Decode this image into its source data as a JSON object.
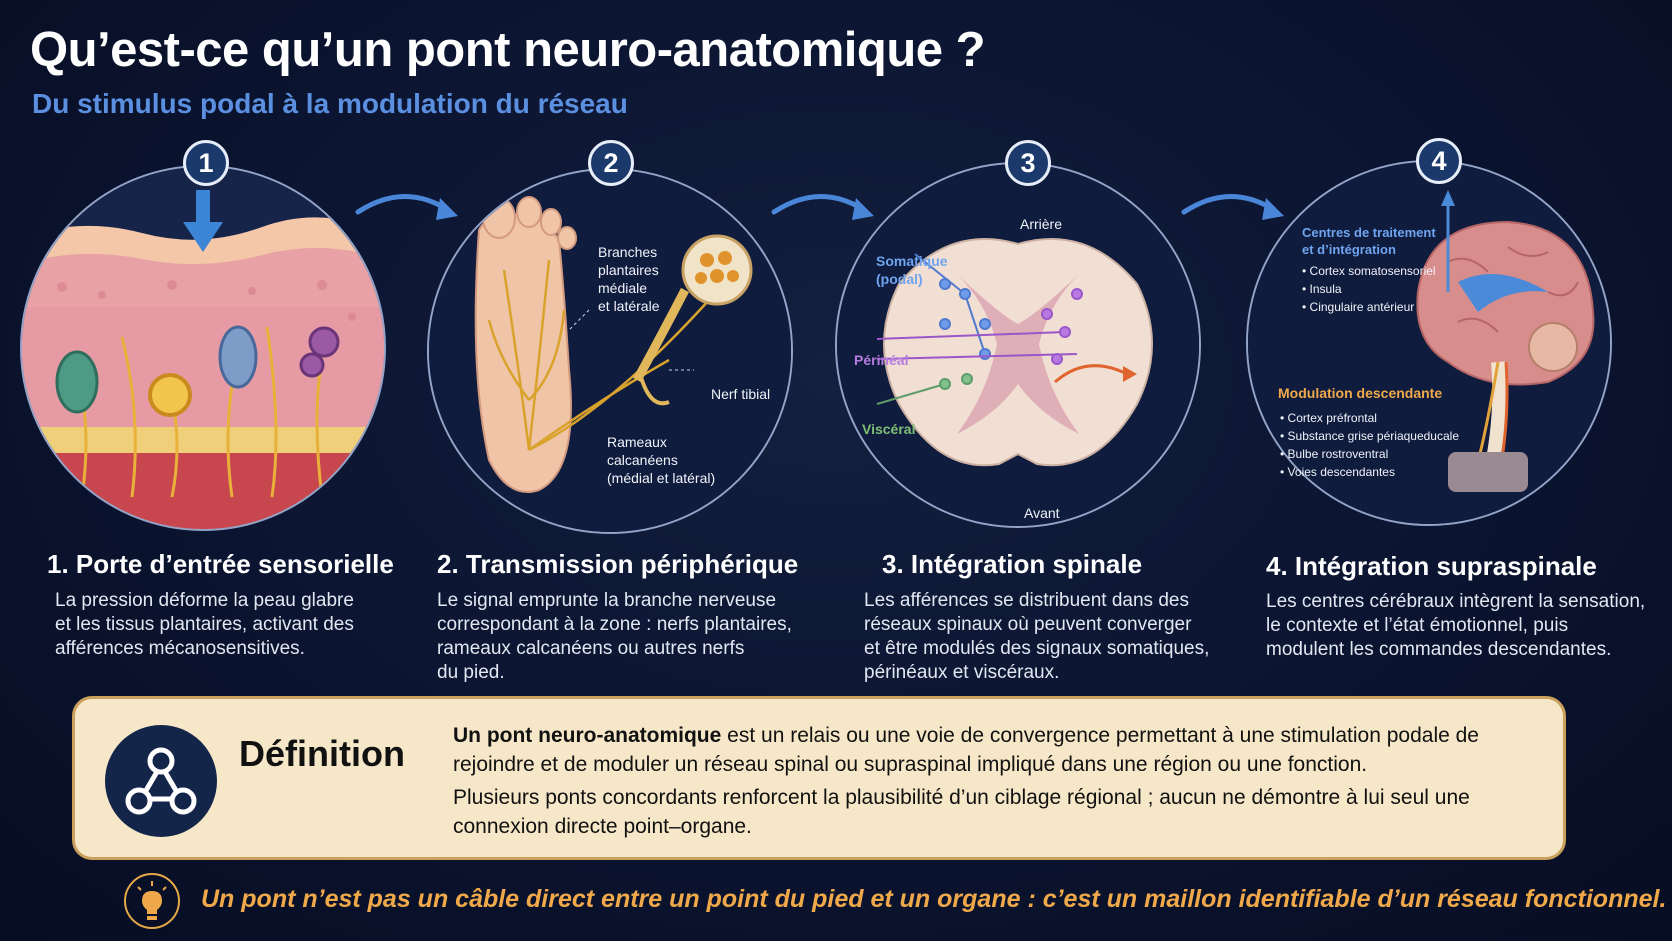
{
  "header": {
    "title": "Qu’est-ce qu’un pont neuro-anatomique ?",
    "subtitle": "Du stimulus podal à la modulation du réseau"
  },
  "colors": {
    "background": "#0b1430",
    "accent_blue": "#5b8fe0",
    "accent_orange": "#f0a94a",
    "definition_bg": "#f6e7c8",
    "definition_border": "#c9a05c",
    "badge": "#1b3a6b"
  },
  "steps": [
    {
      "number": "1",
      "title": "1. Porte d’entrée sensorielle",
      "lines": [
        "La pression déforme la peau glabre",
        "et les tissus plantaires, activant des",
        "afférences mécanosensitives."
      ]
    },
    {
      "number": "2",
      "title": "2. Transmission périphérique",
      "lines": [
        "Le signal emprunte la branche nerveuse",
        "correspondant à la zone : nerfs plantaires,",
        "rameaux calcanéens ou autres nerfs",
        "du pied."
      ],
      "labels": {
        "plantar_1": "Branches",
        "plantar_2": "plantaires",
        "plantar_3": "médiale",
        "plantar_4": "et latérale",
        "tibial": "Nerf tibial",
        "calc_1": "Rameaux",
        "calc_2": "calcanéens",
        "calc_3": "(médial et latéral)"
      }
    },
    {
      "number": "3",
      "title": "3. Intégration spinale",
      "lines": [
        "Les afférences se distribuent dans des",
        "réseaux spinaux où peuvent converger",
        "et être modulés des signaux somatiques,",
        "périnéaux et viscéraux."
      ],
      "labels": {
        "back": "Arrière",
        "front": "Avant",
        "somatic_1": "Somatique",
        "somatic_2": "(podal)",
        "perineal": "Périnéal",
        "visceral": "Viscéral"
      }
    },
    {
      "number": "4",
      "title": "4. Intégration supraspinale",
      "lines": [
        "Les centres cérébraux intègrent la sensation,",
        "le contexte et l’état émotionnel, puis",
        "modulent les commandes descendantes."
      ],
      "labels": {
        "centers_1": "Centres de traitement",
        "centers_2": "et d’intégration",
        "centers_items": [
          "Cortex somatosensoriel",
          "Insula",
          "Cingulaire antérieur"
        ],
        "modulation": "Modulation descendante",
        "modulation_items": [
          "Cortex préfrontal",
          "Substance grise périaqueducale",
          "Bulbe rostroventral",
          "Voies descendantes"
        ]
      }
    }
  ],
  "definition": {
    "heading": "Définition",
    "term": "Un pont neuro-anatomique",
    "p1_rest": " est un relais ou une voie de convergence permettant à une stimulation podale de rejoindre et de moduler un réseau spinal ou supraspinal impliqué dans une région ou une fonction.",
    "p2": "Plusieurs ponts concordants renforcent la plausibilité d’un ciblage régional ; aucun ne démontre à lui seul une connexion directe point–organe."
  },
  "tip": {
    "icon": "lightbulb-icon",
    "text": "Un pont n’est pas un câble direct entre un point du pied et un organe : c’est un maillon identifiable d’un réseau fonctionnel."
  }
}
